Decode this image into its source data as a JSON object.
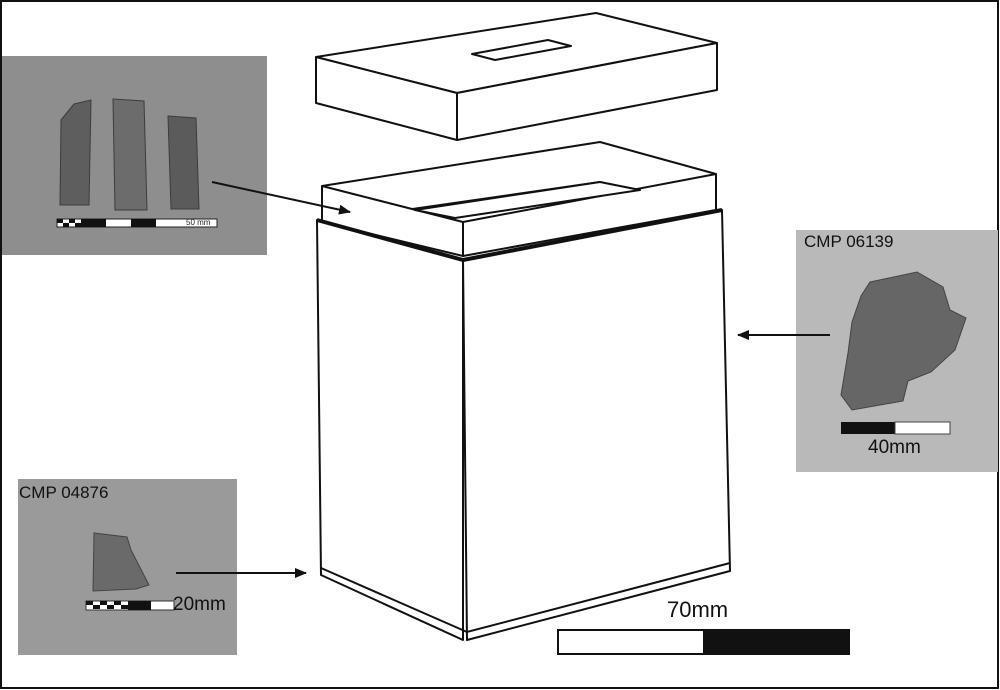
{
  "labels": {
    "specimen_right": "CMP 06139",
    "specimen_bottom_left": "CMP 04876"
  },
  "scale_bars": {
    "top_left_photo": "50 mm",
    "right_photo": "40mm",
    "bottom_left_photo": "20mm",
    "box": "70mm"
  },
  "colors": {
    "background": "#ffffff",
    "photo_panel": "#8e8e8e",
    "photo_panel_light": "#b9b9b9",
    "line": "#111111"
  }
}
